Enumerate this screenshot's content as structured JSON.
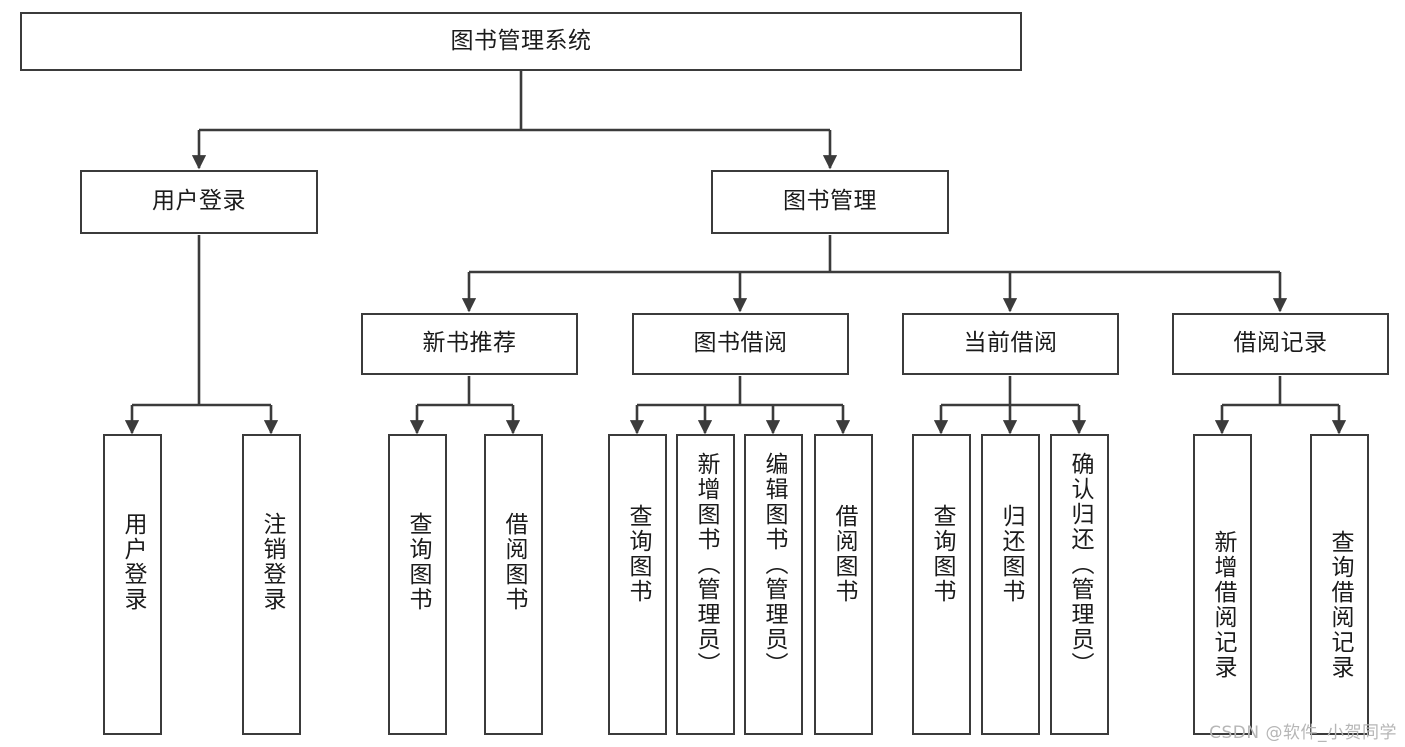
{
  "diagram": {
    "type": "tree",
    "title": "图书管理系统",
    "root": {
      "id": "root",
      "label": "图书管理系统",
      "orientation": "horizontal"
    },
    "level2": [
      {
        "id": "user-login",
        "label": "用户登录",
        "orientation": "horizontal"
      },
      {
        "id": "book-management",
        "label": "图书管理",
        "orientation": "horizontal"
      }
    ],
    "level3": [
      {
        "id": "new-book-recommend",
        "label": "新书推荐",
        "orientation": "horizontal",
        "parent": "book-management"
      },
      {
        "id": "book-borrow",
        "label": "图书借阅",
        "orientation": "horizontal",
        "parent": "book-management"
      },
      {
        "id": "current-borrow",
        "label": "当前借阅",
        "orientation": "horizontal",
        "parent": "book-management"
      },
      {
        "id": "borrow-record",
        "label": "借阅记录",
        "orientation": "horizontal",
        "parent": "book-management"
      }
    ],
    "leaves": [
      {
        "id": "leaf-user-login",
        "label": "用户登录",
        "orientation": "vertical",
        "parent": "user-login"
      },
      {
        "id": "leaf-logout",
        "label": "注销登录",
        "orientation": "vertical",
        "parent": "user-login"
      },
      {
        "id": "leaf-query-book-1",
        "label": "查询图书",
        "orientation": "vertical",
        "parent": "new-book-recommend"
      },
      {
        "id": "leaf-borrow-book-1",
        "label": "借阅图书",
        "orientation": "vertical",
        "parent": "new-book-recommend"
      },
      {
        "id": "leaf-query-book-2",
        "label": "查询图书",
        "orientation": "vertical",
        "parent": "book-borrow"
      },
      {
        "id": "leaf-add-book",
        "label": "新增图书（管理员）",
        "orientation": "vertical",
        "parent": "book-borrow"
      },
      {
        "id": "leaf-edit-book",
        "label": "编辑图书（管理员）",
        "orientation": "vertical",
        "parent": "book-borrow"
      },
      {
        "id": "leaf-borrow-book-2",
        "label": "借阅图书",
        "orientation": "vertical",
        "parent": "book-borrow"
      },
      {
        "id": "leaf-query-book-3",
        "label": "查询图书",
        "orientation": "vertical",
        "parent": "current-borrow"
      },
      {
        "id": "leaf-return-book",
        "label": "归还图书",
        "orientation": "vertical",
        "parent": "current-borrow"
      },
      {
        "id": "leaf-confirm-return",
        "label": "确认归还（管理员）",
        "orientation": "vertical",
        "parent": "current-borrow"
      },
      {
        "id": "leaf-add-record",
        "label": "新增借阅记录",
        "orientation": "vertical",
        "parent": "borrow-record"
      },
      {
        "id": "leaf-query-record",
        "label": "查询借阅记录",
        "orientation": "vertical",
        "parent": "borrow-record"
      }
    ]
  },
  "watermark": {
    "text": "CSDN @软件_小贺同学"
  },
  "colors": {
    "background": "#ffffff",
    "box_border": "#3b3b3b",
    "box_fill": "#ffffff",
    "connector": "#3b3b3b",
    "text": "#1b1b1b",
    "watermark": "#b6b6b6"
  }
}
